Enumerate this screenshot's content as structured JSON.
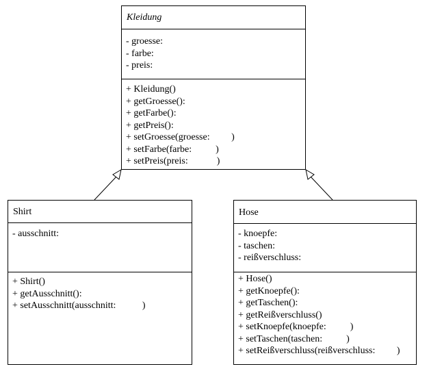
{
  "classes": {
    "kleidung": {
      "name": "Kleidung",
      "attributes": [
        "- groesse:",
        "- farbe:",
        "- preis:"
      ],
      "methods": [
        "+ Kleidung()",
        "+ getGroesse():",
        "+ getFarbe():",
        "+ getPreis():",
        "+ setGroesse(groesse:         )",
        "+ setFarbe(farbe:          )",
        "+ setPreis(preis:            )"
      ]
    },
    "shirt": {
      "name": "Shirt",
      "attributes": [
        "- ausschnitt:"
      ],
      "methods": [
        "+ Shirt()",
        "+ getAusschnitt():",
        "+ setAusschnitt(ausschnitt:           )"
      ]
    },
    "hose": {
      "name": "Hose",
      "attributes": [
        "- knoepfe:",
        "- taschen:",
        "- reißverschluss:"
      ],
      "methods": [
        "+ Hose()",
        "+ getKnoepfe():",
        "+ getTaschen():",
        "+ getReißverschluss()",
        "+ setKnoepfe(knoepfe:          )",
        "+ setTaschen(taschen:          )",
        "+ setReißverschluss(reißverschluss:         )"
      ]
    }
  },
  "relations": [
    {
      "type": "generalization",
      "from": "Shirt",
      "to": "Kleidung"
    },
    {
      "type": "generalization",
      "from": "Hose",
      "to": "Kleidung"
    }
  ]
}
